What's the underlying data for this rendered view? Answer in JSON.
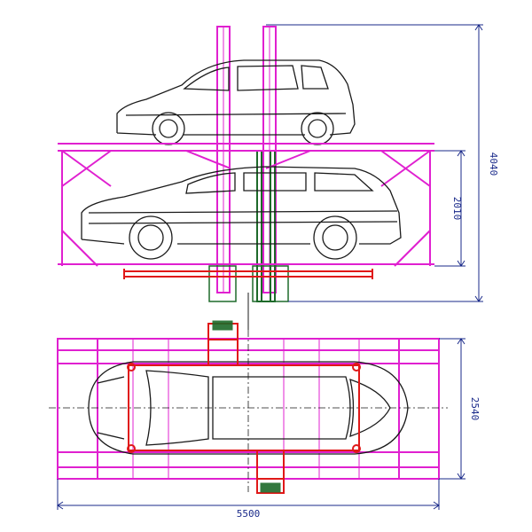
{
  "drawing": {
    "dimensions": {
      "overall_height": "4040",
      "platform_height": "2010",
      "plan_width": "2540",
      "plan_length": "5500"
    },
    "colors": {
      "frame": "#e020d0",
      "frame_dark": "#b010a0",
      "outline": "#1a1a1a",
      "dimension": "#1a2a8a",
      "beam_red": "#e01818",
      "post_green": "#1e6a2a",
      "background": "#ffffff"
    },
    "elevation": {
      "upper_vehicle": "hatchback",
      "lower_vehicle": "suv"
    },
    "plan": {
      "vehicle": "sedan"
    }
  }
}
